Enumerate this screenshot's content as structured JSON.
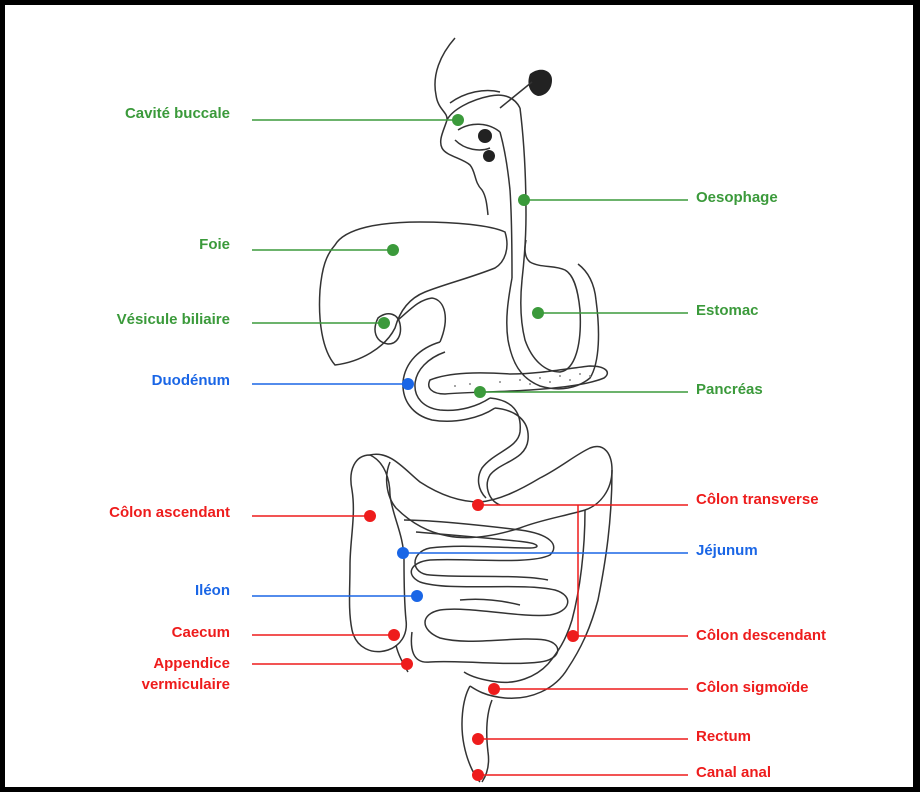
{
  "colors": {
    "green": "#3b9a3b",
    "blue": "#1a66e6",
    "red": "#ee1c1c",
    "outline": "#333333"
  },
  "labels": {
    "cavite_buccale": "Cavité buccale",
    "oesophage": "Oesophage",
    "foie": "Foie",
    "estomac": "Estomac",
    "vesicule_biliaire": "Vésicule biliaire",
    "duodenum": "Duodénum",
    "pancreas": "Pancréas",
    "colon_ascendant": "Côlon ascendant",
    "colon_transverse": "Côlon transverse",
    "jejunum": "Jéjunum",
    "ileon": "Iléon",
    "caecum": "Caecum",
    "colon_descendant": "Côlon descendant",
    "appendice_line1": "Appendice",
    "appendice_line2": "vermiculaire",
    "colon_sigmoide": "Côlon sigmoïde",
    "rectum": "Rectum",
    "canal_anal": "Canal anal"
  }
}
